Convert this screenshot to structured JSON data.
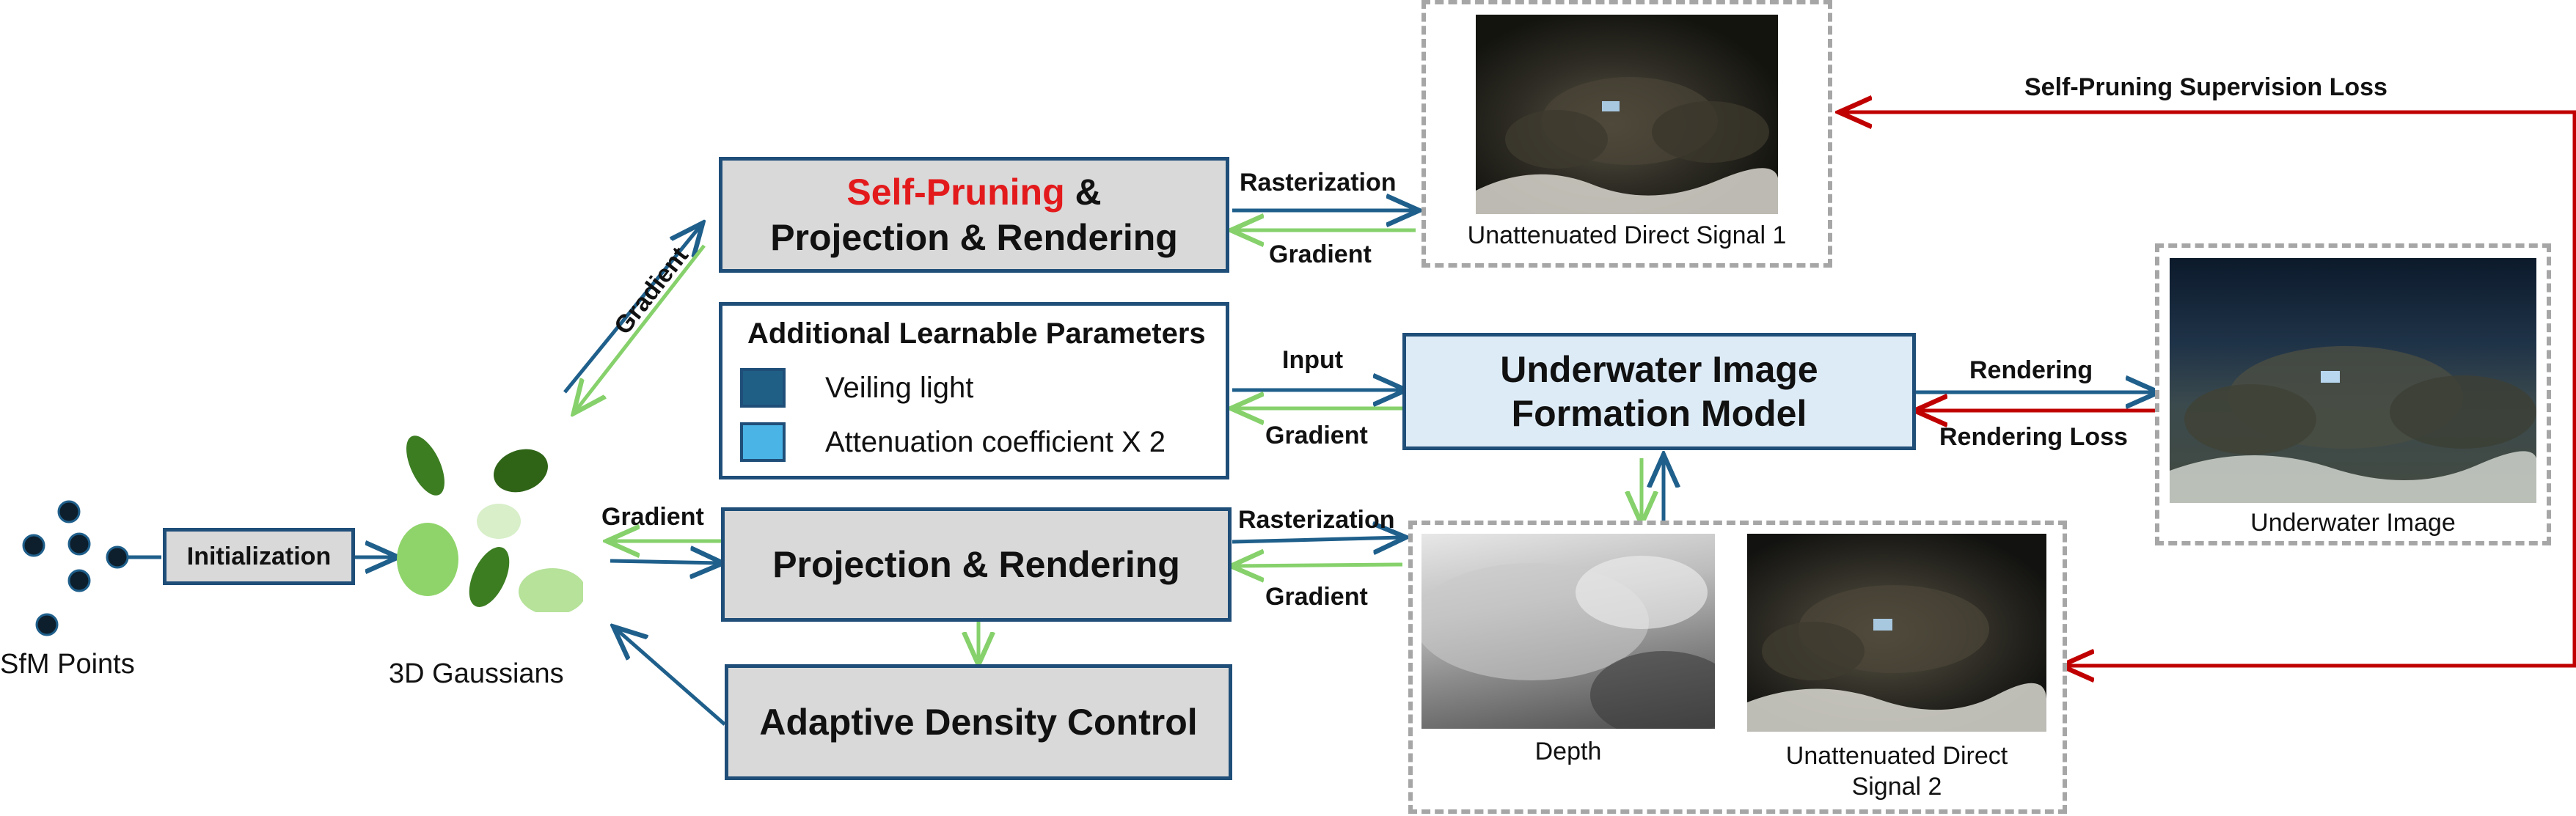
{
  "colors": {
    "blue_arrow": "#1f5f8b",
    "green_arrow": "#86d16b",
    "red_arrow": "#c00000",
    "box_border": "#1f4e79",
    "highlight_red": "#e31a1c",
    "veiling_light": "#1f5f86",
    "attenuation": "#4bb4e6"
  },
  "sfm": {
    "label": "SfM Points"
  },
  "init": {
    "label": "Initialization"
  },
  "gaussians": {
    "label": "3D Gaussians"
  },
  "self_pruning": {
    "highlight": "Self-Pruning",
    "amp": " &",
    "line2": "Projection & Rendering"
  },
  "params": {
    "title": "Additional Learnable Parameters",
    "items": [
      {
        "label": "Veiling light",
        "icon": "veiling-light-swatch"
      },
      {
        "label": "Attenuation coefficient X 2",
        "icon": "attenuation-swatch"
      }
    ]
  },
  "proj": {
    "label": "Projection & Rendering"
  },
  "adc": {
    "label": "Adaptive Density Control"
  },
  "uifm": {
    "line1": "Underwater Image",
    "line2": "Formation Model"
  },
  "edges": {
    "rasterization_top": "Rasterization",
    "gradient_top": "Gradient",
    "gradient_diag": "Gradient",
    "input": "Input",
    "gradient_mid": "Gradient",
    "gradient_left": "Gradient",
    "rasterization_bottom": "Rasterization",
    "gradient_bottom": "Gradient",
    "rendering": "Rendering",
    "rendering_loss": "Rendering Loss",
    "supervision": "Self-Pruning Supervision Loss"
  },
  "images": {
    "signal1": "Unattenuated Direct Signal 1",
    "underwater": "Underwater Image",
    "depth": "Depth",
    "signal2_line1": "Unattenuated Direct",
    "signal2_line2": "Signal 2"
  }
}
